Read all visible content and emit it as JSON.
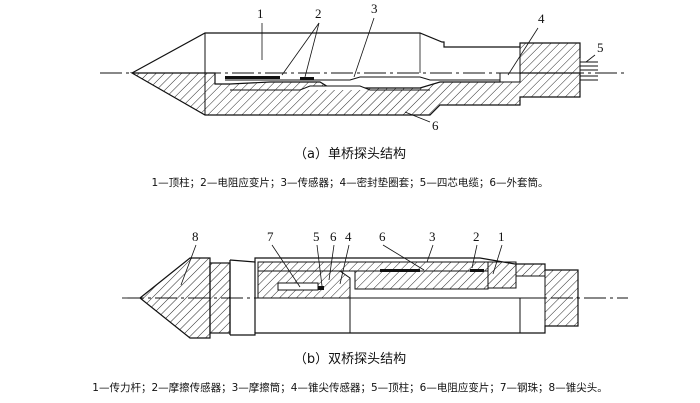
{
  "figure_a": {
    "numbers": [
      "1",
      "2",
      "3",
      "4",
      "5",
      "6"
    ],
    "caption": "（a）单桥探头结构",
    "legend": "1—顶柱；2—电阻应变片；3—传感器；4—密封垫圈套；5—四芯电缆；6—外套筒。"
  },
  "figure_b": {
    "numbers": [
      "8",
      "7",
      "5",
      "6",
      "4",
      "6",
      "3",
      "2",
      "1"
    ],
    "caption": "（b）双桥探头结构",
    "legend": "1—传力杆；2—摩擦传感器；3—摩擦筒；4—锥尖传感器；5—顶柱；6—电阻应变片；7—钢珠；8—锥尖头。"
  }
}
